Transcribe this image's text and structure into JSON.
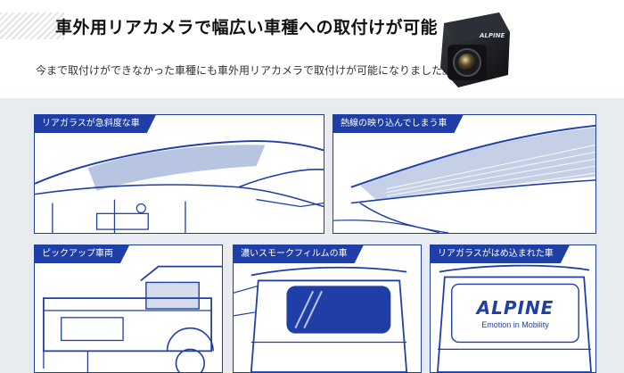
{
  "header": {
    "title": "車外用リアカメラで幅広い車種への取付けが可能",
    "lead": "今まで取付けができなかった車種にも車外用リアカメラで取付けが可能になりました。"
  },
  "colors": {
    "accent": "#1f3fa6",
    "band": "#e8ebef",
    "glass": "#9fb1d6"
  },
  "cases": [
    {
      "label": "リアガラスが急斜度な車",
      "illustration": "steep-rear-glass-car"
    },
    {
      "label": "熱線の映り込んでしまう車",
      "illustration": "heating-wire-reflection-car"
    },
    {
      "label": "ピックアップ車両",
      "illustration": "pickup-truck"
    },
    {
      "label": "濃いスモークフィルムの車",
      "illustration": "dark-smoke-film-van"
    },
    {
      "label": "リアガラスがはめ込まれた車",
      "illustration": "fitted-rear-glass-van"
    }
  ],
  "brand_decal": {
    "logo": "ALPINE",
    "tagline": "Emotion in Mobility"
  }
}
